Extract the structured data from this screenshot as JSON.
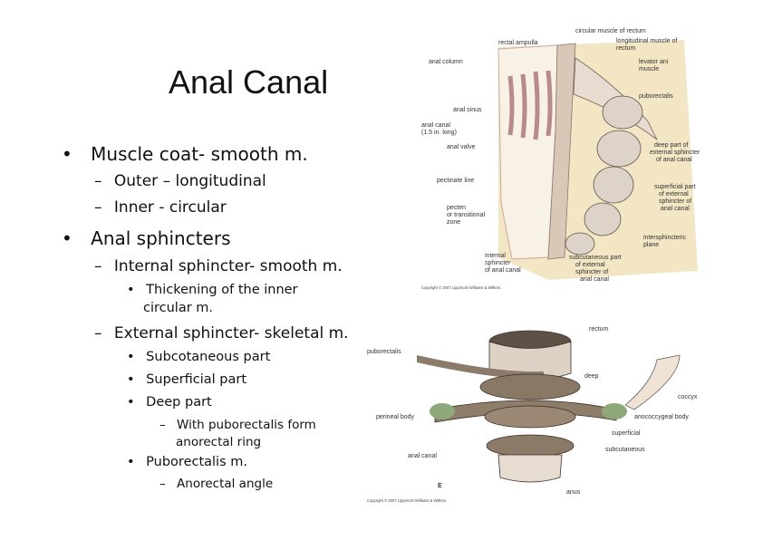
{
  "slide": {
    "title": "Anal Canal",
    "bullets": [
      {
        "marker": "•",
        "text": "Muscle coat- smooth m."
      },
      {
        "marker": "–",
        "text": "Outer – longitudinal"
      },
      {
        "marker": "–",
        "text": "Inner - circular"
      },
      {
        "marker": "•",
        "text": "Anal sphincters"
      },
      {
        "marker": "–",
        "text": "Internal sphincter- smooth m."
      },
      {
        "marker": "•",
        "text": "Thickening of the inner",
        "text2": "circular m."
      },
      {
        "marker": "–",
        "text": "External sphincter- skeletal m."
      },
      {
        "marker": "•",
        "text": "Subcotaneous part"
      },
      {
        "marker": "•",
        "text": "Superficial part"
      },
      {
        "marker": "•",
        "text": "Deep part"
      },
      {
        "marker": "–",
        "text": "With puborectalis form",
        "text2": "anorectal ring"
      },
      {
        "marker": "•",
        "text": "Puborectalis m."
      },
      {
        "marker": "–",
        "text": "Anorectal angle"
      }
    ]
  },
  "figure_top": {
    "labels": {
      "rectal_ampulla": "rectal ampulla",
      "circular_muscle": "circular muscle of rectum",
      "longitudinal_muscle_1": "longitudinal muscle of",
      "longitudinal_muscle_2": "rectum",
      "anal_column": "anal column",
      "levator_ani_1": "levator ani",
      "levator_ani_2": "muscle",
      "puborectalis": "puborectalis",
      "anal_sinus": "anal sinus",
      "anal_canal_1": "anal canal",
      "anal_canal_2": "(1.5 in. long)",
      "anal_valve": "anal valve",
      "deep_part_1": "deep part of",
      "deep_part_2": "external sphincter",
      "deep_part_3": "of anal canal",
      "pectinate_line": "pectinate line",
      "superficial_1": "superficial part",
      "superficial_2": "of external",
      "superficial_3": "sphincter of",
      "superficial_4": "anal canal",
      "pecten_1": "pecten",
      "pecten_2": "or transitional",
      "pecten_3": "zone",
      "intersphincteric_1": "intersphincteric",
      "intersphincteric_2": "plane",
      "internal_1": "internal",
      "internal_2": "sphincter",
      "internal_3": "of anal canal",
      "subcutaneous_1": "subcutaneous part",
      "subcutaneous_2": "of external",
      "subcutaneous_3": "sphincter of",
      "subcutaneous_4": "anal canal"
    },
    "copyright": "Copyright © 2007 Lippincott Williams & Wilkins."
  },
  "figure_bottom": {
    "labels": {
      "rectum": "rectum",
      "puborectalis": "puborectalis",
      "deep": "deep",
      "coccyx": "coccyx",
      "perineal_body": "perineal body",
      "anococcygeal_body": "anococcygeal body",
      "superficial": "superficial",
      "anal_canal": "anal canal",
      "subcutaneous": "subcutaneous",
      "panel": "E",
      "anus": "anus"
    },
    "copyright": "Copyright © 2007 Lippincott Williams & Wilkins."
  }
}
